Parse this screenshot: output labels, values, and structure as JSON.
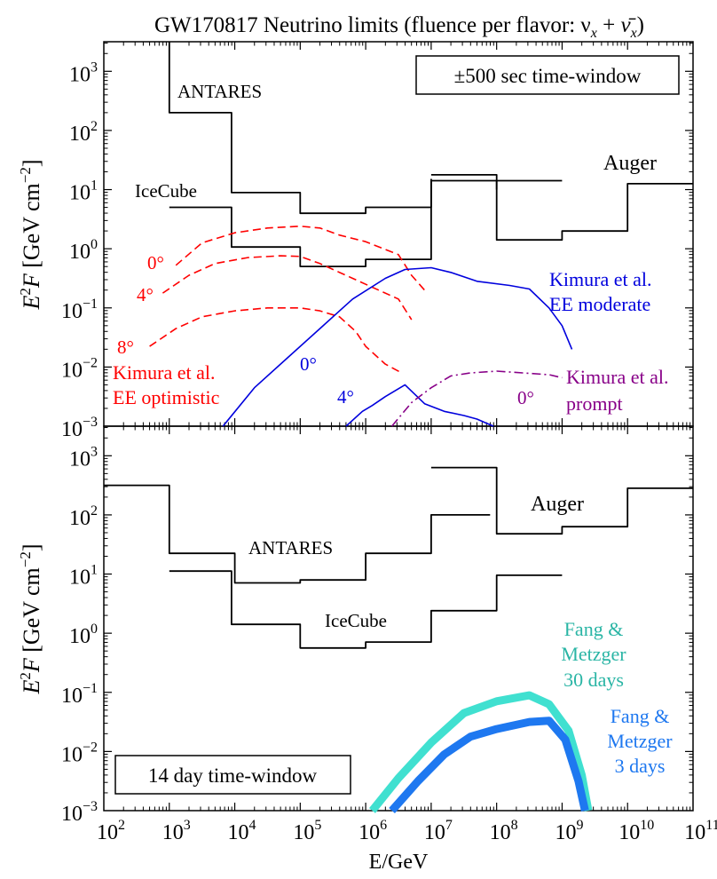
{
  "title": "GW170817 Neutrino limits (fluence per flavor: ν",
  "title_sub1": "x",
  "title_plus": " + ",
  "title_nubar": "ν̄",
  "title_sub2": "x",
  "title_close": ")",
  "xlabel": "E/GeV",
  "ylabel_main": "E",
  "ylabel_sup": "2",
  "ylabel_F": "F",
  "ylabel_units": "[GeV cm",
  "ylabel_units_sup": "−2",
  "ylabel_close": "]",
  "x_ticks": [
    "10^2",
    "10^3",
    "10^4",
    "10^5",
    "10^6",
    "10^7",
    "10^8",
    "10^9",
    "10^10",
    "10^11"
  ],
  "y_ticks": [
    "10^-3",
    "10^-2",
    "10^-1",
    "10^0",
    "10^1",
    "10^2",
    "10^3"
  ],
  "colors": {
    "limits": "#000000",
    "kimura_optimistic": "#ff0000",
    "kimura_moderate": "#0000dd",
    "kimura_prompt": "#880088",
    "fang_30": "#40e0d0",
    "fang_3": "#1e78f0"
  },
  "chart_data": [
    {
      "type": "line",
      "xlim_log10": [
        2,
        11
      ],
      "ylim_log10": [
        -3,
        3.5
      ],
      "x_scale": "log",
      "y_scale": "log",
      "box_label": "±500 sec time-window",
      "box_label_position": "top-right",
      "series": [
        {
          "name": "ANTARES",
          "style": "step",
          "color": "#000000",
          "points": [
            [
              3,
              3.6
            ],
            [
              3,
              2.3
            ],
            [
              3.95,
              2.3
            ],
            [
              3.95,
              0.95
            ],
            [
              5,
              0.95
            ],
            [
              5,
              0.6
            ],
            [
              6,
              0.6
            ],
            [
              6,
              0.7
            ],
            [
              7,
              0.7
            ],
            [
              7,
              1.18
            ]
          ]
        },
        {
          "name": "IceCube",
          "style": "step",
          "color": "#000000",
          "points": [
            [
              3,
              0.7
            ],
            [
              3.95,
              0.7
            ],
            [
              3.95,
              0.03
            ],
            [
              5,
              0.03
            ],
            [
              5,
              -0.3
            ],
            [
              6,
              -0.3
            ],
            [
              6,
              -0.18
            ],
            [
              7,
              -0.18
            ],
            [
              7,
              1.15
            ],
            [
              9,
              1.15
            ]
          ]
        },
        {
          "name": "Auger",
          "style": "step",
          "color": "#000000",
          "points": [
            [
              7,
              1.25
            ],
            [
              8,
              1.25
            ],
            [
              8,
              0.15
            ],
            [
              9,
              0.15
            ],
            [
              9,
              0.3
            ],
            [
              10,
              0.3
            ],
            [
              10,
              1.1
            ],
            [
              11,
              1.1
            ]
          ]
        },
        {
          "name": "",
          "style": "step",
          "color": "#000000",
          "points": [
            [
              8,
              1.15
            ],
            [
              8,
              1.0
            ]
          ]
        },
        {
          "name": "Kimura et al. EE optimistic 0°",
          "style": "dashed",
          "color": "#ff0000",
          "points": [
            [
              3.1,
              -0.28
            ],
            [
              3.5,
              0.1
            ],
            [
              4,
              0.27
            ],
            [
              4.5,
              0.35
            ],
            [
              5,
              0.38
            ],
            [
              5.3,
              0.35
            ],
            [
              5.6,
              0.23
            ],
            [
              6,
              0.12
            ],
            [
              6.5,
              -0.1
            ],
            [
              6.7,
              -0.45
            ],
            [
              6.9,
              -0.7
            ]
          ]
        },
        {
          "name": "Kimura et al. EE optimistic 4°",
          "style": "dashed",
          "color": "#ff0000",
          "points": [
            [
              2.9,
              -0.75
            ],
            [
              3.3,
              -0.45
            ],
            [
              3.7,
              -0.25
            ],
            [
              4.2,
              -0.15
            ],
            [
              4.7,
              -0.12
            ],
            [
              5,
              -0.13
            ],
            [
              5.3,
              -0.25
            ],
            [
              5.8,
              -0.5
            ],
            [
              6.1,
              -0.65
            ],
            [
              6.5,
              -0.85
            ],
            [
              6.7,
              -1.2
            ]
          ]
        },
        {
          "name": "Kimura et al. EE optimistic 8°",
          "style": "dashed",
          "color": "#ff0000",
          "points": [
            [
              2.7,
              -1.65
            ],
            [
              3.1,
              -1.35
            ],
            [
              3.5,
              -1.15
            ],
            [
              4,
              -1.05
            ],
            [
              4.5,
              -1.0
            ],
            [
              5,
              -1.0
            ],
            [
              5.3,
              -1.05
            ],
            [
              5.6,
              -1.15
            ],
            [
              5.85,
              -1.4
            ],
            [
              6,
              -1.65
            ],
            [
              6.3,
              -1.95
            ],
            [
              6.55,
              -2.1
            ]
          ]
        },
        {
          "name": "Kimura et al. EE moderate 0°",
          "style": "solid",
          "color": "#0000dd",
          "points": [
            [
              3.82,
              -3.0
            ],
            [
              4.3,
              -2.35
            ],
            [
              4.8,
              -1.85
            ],
            [
              5.3,
              -1.35
            ],
            [
              5.8,
              -0.85
            ],
            [
              6.3,
              -0.5
            ],
            [
              6.6,
              -0.35
            ],
            [
              7,
              -0.32
            ],
            [
              7.3,
              -0.4
            ],
            [
              7.7,
              -0.55
            ],
            [
              8.2,
              -0.62
            ],
            [
              8.5,
              -0.68
            ],
            [
              8.8,
              -1.0
            ],
            [
              9,
              -1.3
            ],
            [
              9.15,
              -1.7
            ]
          ]
        },
        {
          "name": "Kimura et al. EE moderate 4°",
          "style": "solid",
          "color": "#0000dd",
          "points": [
            [
              5.7,
              -3.0
            ],
            [
              5.95,
              -2.75
            ],
            [
              6.1,
              -2.65
            ],
            [
              6.3,
              -2.5
            ],
            [
              6.6,
              -2.3
            ],
            [
              6.9,
              -2.62
            ],
            [
              7.2,
              -2.75
            ],
            [
              7.5,
              -2.82
            ],
            [
              7.7,
              -2.88
            ],
            [
              7.95,
              -3.0
            ]
          ]
        },
        {
          "name": "Kimura et al. prompt 0°",
          "style": "dashdot",
          "color": "#880088",
          "points": [
            [
              6.4,
              -3.0
            ],
            [
              6.7,
              -2.6
            ],
            [
              7,
              -2.35
            ],
            [
              7.3,
              -2.15
            ],
            [
              7.6,
              -2.1
            ],
            [
              8,
              -2.07
            ],
            [
              8.4,
              -2.1
            ],
            [
              8.8,
              -2.13
            ],
            [
              9,
              -2.18
            ]
          ]
        }
      ],
      "annotations": [
        "ANTARES",
        "IceCube",
        "Auger",
        "0°",
        "4°",
        "8°",
        "Kimura et al.",
        "EE optimistic",
        "0°",
        "4°",
        "Kimura et al.",
        "EE moderate",
        "0°",
        "Kimura et al.",
        "prompt"
      ]
    },
    {
      "type": "line",
      "xlim_log10": [
        2,
        11
      ],
      "ylim_log10": [
        -3,
        3.5
      ],
      "x_scale": "log",
      "y_scale": "log",
      "box_label": "14 day time-window",
      "box_label_position": "bottom-left",
      "series": [
        {
          "name": "ANTARES",
          "style": "step",
          "color": "#000000",
          "points": [
            [
              2,
              2.5
            ],
            [
              3,
              2.5
            ],
            [
              3,
              1.35
            ],
            [
              4,
              1.35
            ],
            [
              4,
              0.85
            ],
            [
              5,
              0.85
            ],
            [
              5,
              0.9
            ],
            [
              6,
              0.9
            ],
            [
              6,
              1.35
            ],
            [
              7,
              1.35
            ],
            [
              7,
              2.0
            ],
            [
              7.9,
              2.0
            ]
          ]
        },
        {
          "name": "IceCube",
          "style": "step",
          "color": "#000000",
          "points": [
            [
              3,
              1.05
            ],
            [
              3.95,
              1.05
            ],
            [
              3.95,
              0.15
            ],
            [
              5,
              0.15
            ],
            [
              5,
              -0.25
            ],
            [
              6,
              -0.25
            ],
            [
              6,
              -0.15
            ],
            [
              7,
              -0.15
            ],
            [
              7,
              0.38
            ],
            [
              8,
              0.38
            ],
            [
              8,
              0.98
            ],
            [
              9,
              0.98
            ]
          ]
        },
        {
          "name": "Auger",
          "style": "step",
          "color": "#000000",
          "points": [
            [
              7,
              2.8
            ],
            [
              8,
              2.8
            ],
            [
              8,
              1.68
            ],
            [
              9,
              1.68
            ],
            [
              9,
              1.8
            ],
            [
              10,
              1.8
            ],
            [
              10,
              2.45
            ],
            [
              11,
              2.45
            ]
          ]
        },
        {
          "name": "Fang & Metzger 30 days",
          "style": "thick",
          "color": "#40e0d0",
          "points": [
            [
              6.1,
              -3.0
            ],
            [
              6.5,
              -2.45
            ],
            [
              7,
              -1.85
            ],
            [
              7.5,
              -1.35
            ],
            [
              8,
              -1.15
            ],
            [
              8.5,
              -1.05
            ],
            [
              8.8,
              -1.2
            ],
            [
              9.1,
              -1.65
            ],
            [
              9.3,
              -2.4
            ],
            [
              9.4,
              -3.0
            ]
          ]
        },
        {
          "name": "Fang & Metzger 3 days",
          "style": "thick",
          "color": "#1e78f0",
          "points": [
            [
              6.4,
              -3.0
            ],
            [
              6.8,
              -2.5
            ],
            [
              7.2,
              -2.05
            ],
            [
              7.6,
              -1.75
            ],
            [
              8,
              -1.62
            ],
            [
              8.5,
              -1.5
            ],
            [
              8.8,
              -1.48
            ],
            [
              9.05,
              -1.8
            ],
            [
              9.25,
              -2.5
            ],
            [
              9.35,
              -3.0
            ]
          ]
        }
      ],
      "annotations": [
        "ANTARES",
        "IceCube",
        "Auger",
        "Fang &",
        "Metzger",
        "30 days",
        "Fang &",
        "Metzger",
        "3 days"
      ]
    }
  ],
  "labels": {
    "p1_antares": "ANTARES",
    "p1_icecube": "IceCube",
    "p1_auger": "Auger",
    "p1_opt_0": "0°",
    "p1_opt_4": "4°",
    "p1_opt_8": "8°",
    "p1_opt_l1": "Kimura et al.",
    "p1_opt_l2": "EE optimistic",
    "p1_mod_0": "0°",
    "p1_mod_4": "4°",
    "p1_mod_l1": "Kimura et al.",
    "p1_mod_l2": "EE moderate",
    "p1_pr_0": "0°",
    "p1_pr_l1": "Kimura et al.",
    "p1_pr_l2": "prompt",
    "p1_box": "±500 sec time-window",
    "p2_antares": "ANTARES",
    "p2_icecube": "IceCube",
    "p2_auger": "Auger",
    "p2_f30_l1": "Fang &",
    "p2_f30_l2": "Metzger",
    "p2_f30_l3": "30 days",
    "p2_f3_l1": "Fang &",
    "p2_f3_l2": "Metzger",
    "p2_f3_l3": "3 days",
    "p2_box": "14 day time-window"
  }
}
